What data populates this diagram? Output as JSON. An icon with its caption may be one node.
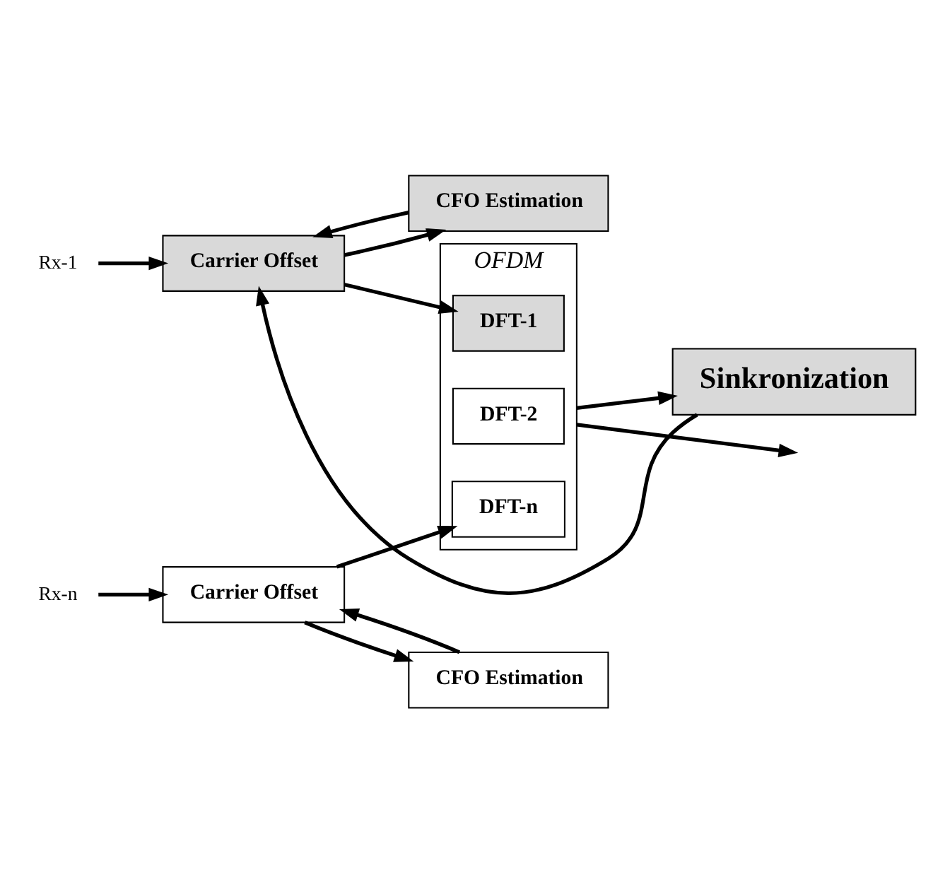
{
  "diagram": {
    "nodes": [
      {
        "text": [
          "Rx-1"
        ]
      },
      {
        "text": [
          "OFDM"
        ]
      },
      {
        "text": [
          "Carrier Offset"
        ]
      },
      {
        "text": [
          "DFT-1"
        ],
        "in": 1
      },
      {
        "text": [
          "CFO Estimation"
        ]
      },
      {
        "text": [
          "DFT-2"
        ],
        "in": 1
      },
      {
        "text": [
          "Rx-n"
        ]
      },
      {
        "text": [
          "Carrier Offset"
        ]
      },
      {
        "text": [
          "DFT-n"
        ],
        "in": 1
      },
      {
        "text": [
          "CFO Estimation"
        ]
      },
      {
        "text": [
          "Sinkronization"
        ]
      }
    ],
    "edges": [
      {
        "from": 0,
        "to": 2,
        "arrow": "to"
      },
      {
        "from": 2,
        "to": 3,
        "arrow": "to"
      },
      {
        "from": 2,
        "to": 4,
        "arrow": "to"
      },
      {
        "from": 4,
        "to": 2,
        "arrow": "to"
      },
      {
        "from": 6,
        "to": 7,
        "arrow": "to"
      },
      {
        "from": 7,
        "to": 8,
        "arrow": "to"
      },
      {
        "from": 7,
        "to": 9,
        "arrow": "to"
      },
      {
        "from": 9,
        "to": 7,
        "arrow": "to"
      },
      {
        "from": 1,
        "to": 10,
        "arrow": "to"
      },
      {
        "from": 10,
        "to": 2,
        "arrow": "to"
      },
      {
        "from": 1,
        "to": null,
        "arrow": "to"
      }
    ]
  }
}
